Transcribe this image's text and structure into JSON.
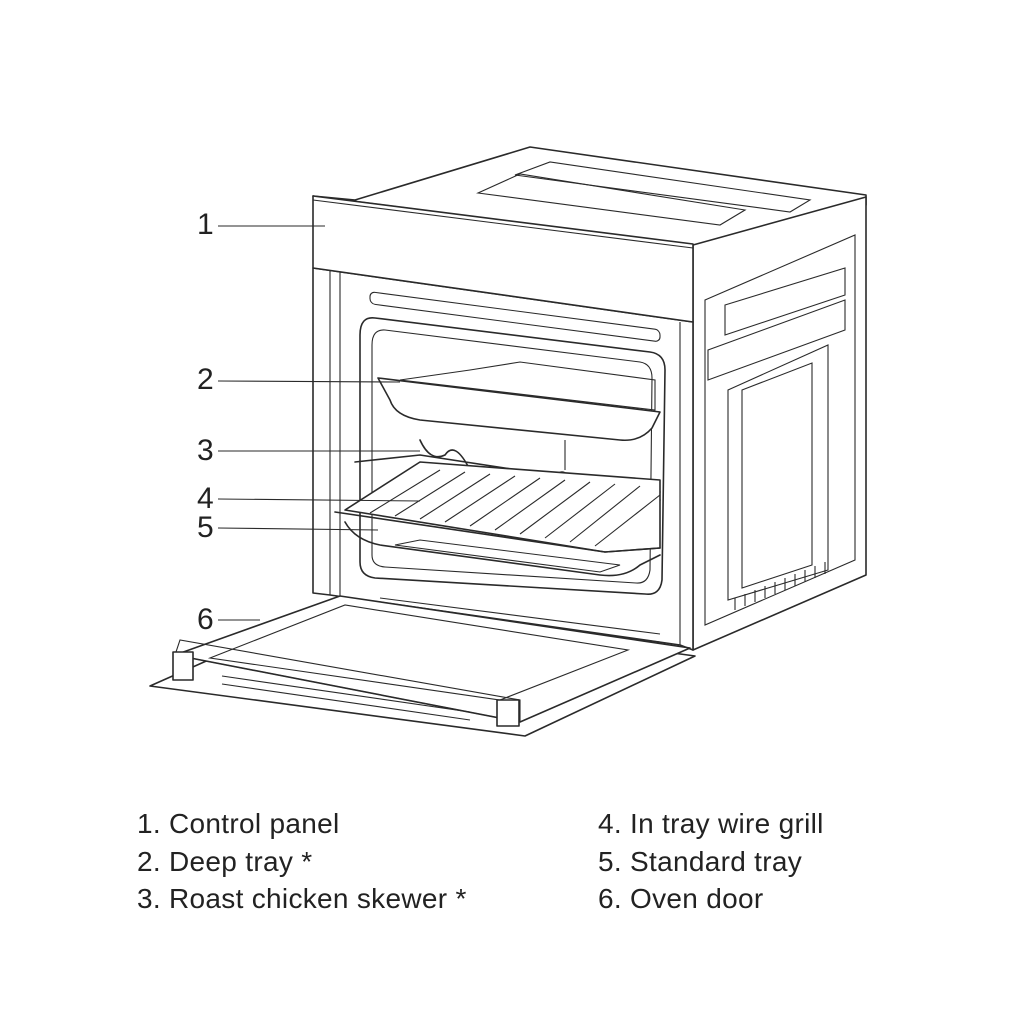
{
  "callouts": [
    "1",
    "2",
    "3",
    "4",
    "5",
    "6"
  ],
  "legend": {
    "left": [
      "1. Control panel",
      "2. Deep tray *",
      "3. Roast chicken skewer *"
    ],
    "right": [
      "4. In tray wire grill",
      "5. Standard tray",
      "6. Oven door"
    ]
  }
}
